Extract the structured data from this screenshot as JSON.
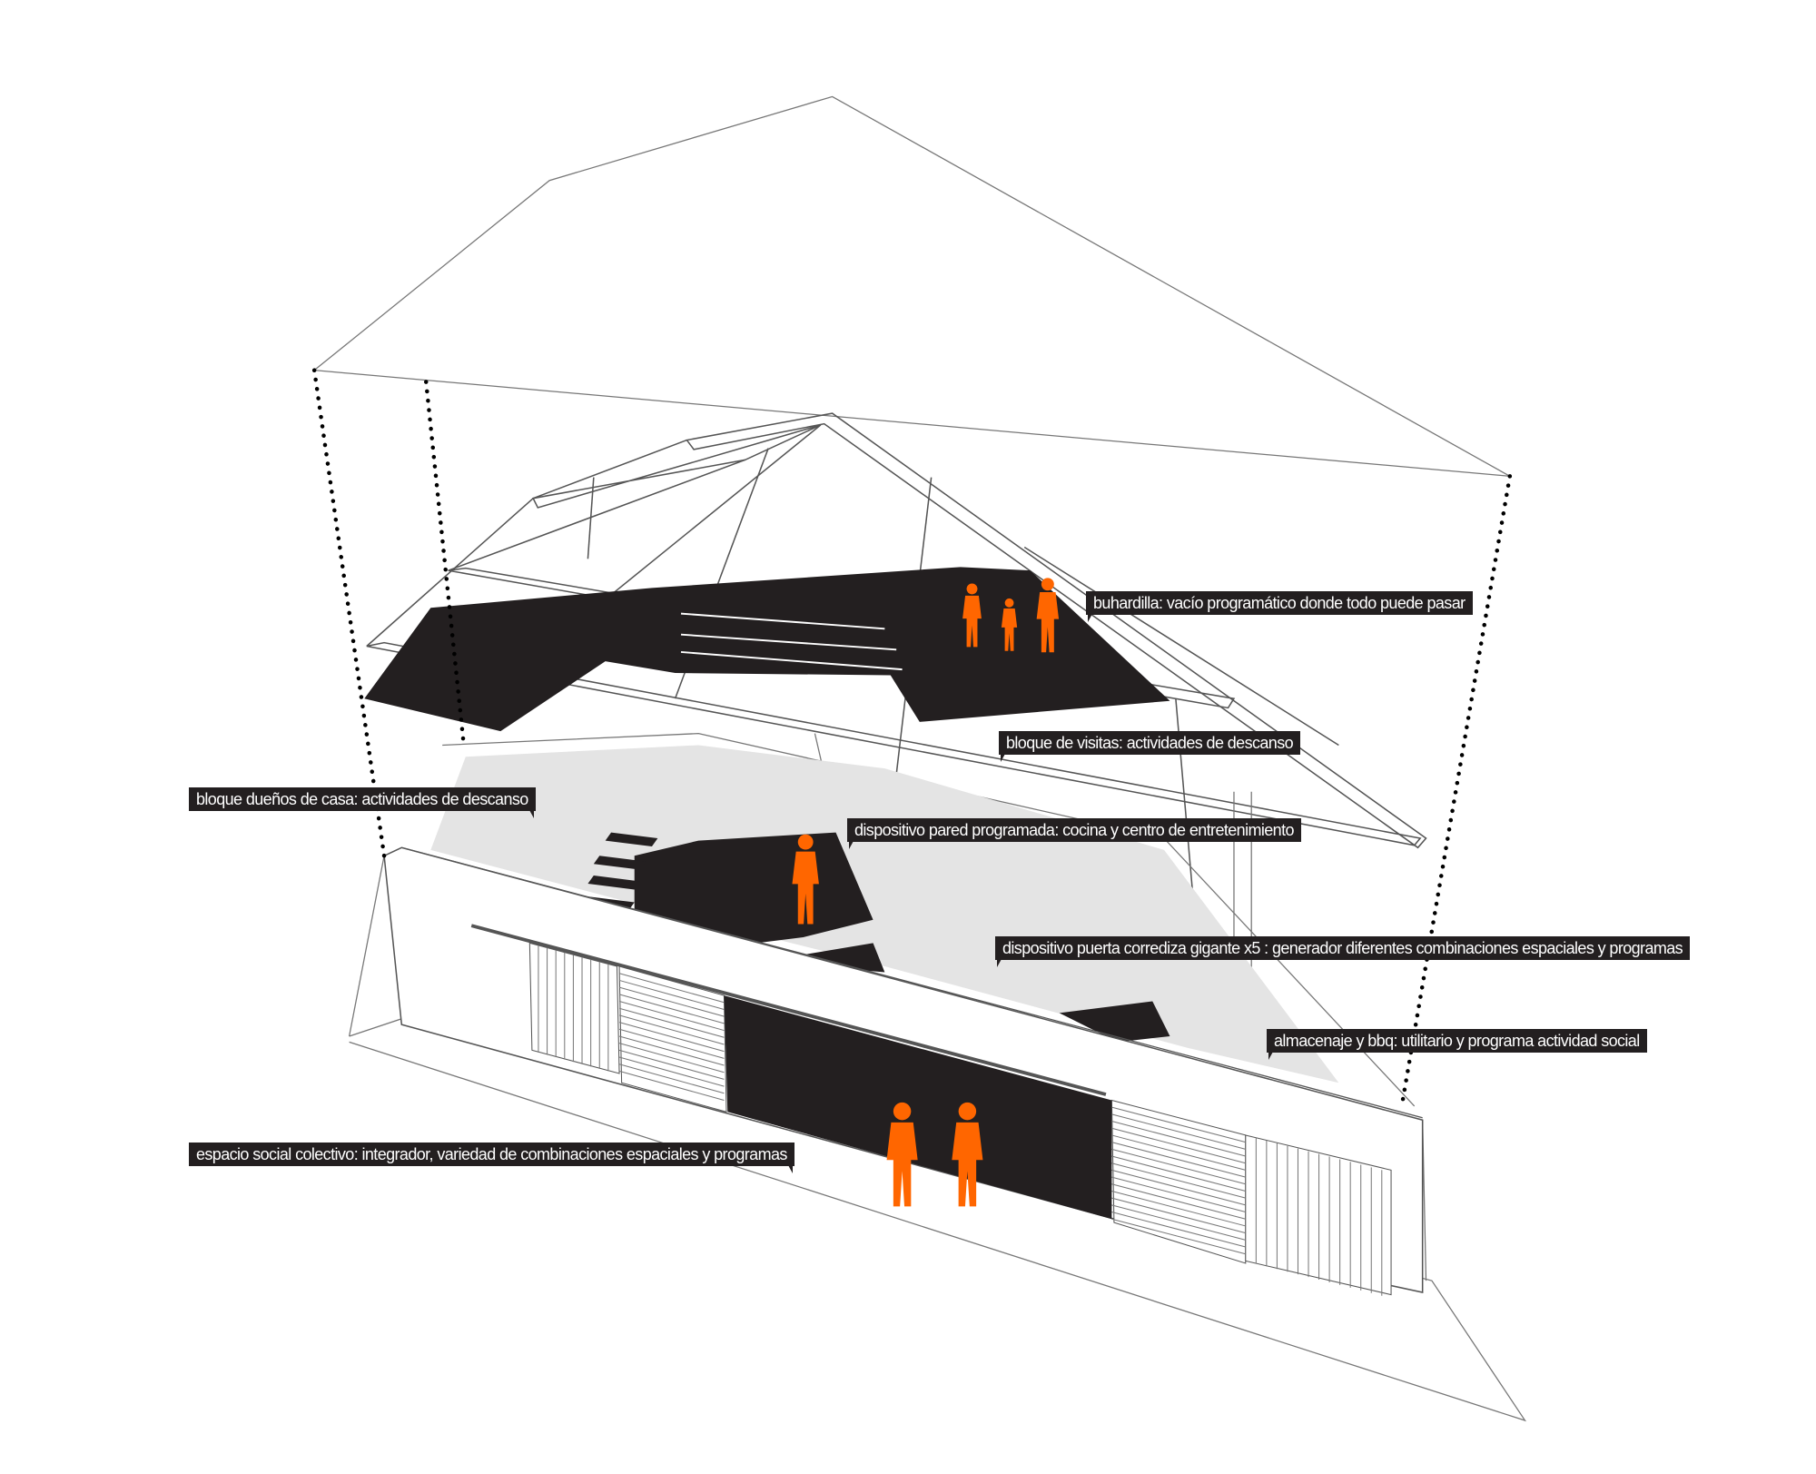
{
  "colors": {
    "accent_people": "#ff6600",
    "label_bg": "#231f20",
    "floor": "#231f20"
  },
  "labels": {
    "attic": "buhardilla: vacío programático donde todo puede pasar",
    "guest_block": "bloque de visitas: actividades de descanso",
    "owners_block": "bloque dueños de casa: actividades de descanso",
    "programmed_wall": "dispositivo pared programada: cocina y centro de entretenimiento",
    "sliding_door": "dispositivo puerta corrediza gigante x5 : generador diferentes combinaciones espaciales y programas",
    "storage_bbq": "almacenaje y bbq: utilitario y programa actividad social",
    "social_space": "espacio social colectivo: integrador, variedad de combinaciones espaciales y programas"
  }
}
